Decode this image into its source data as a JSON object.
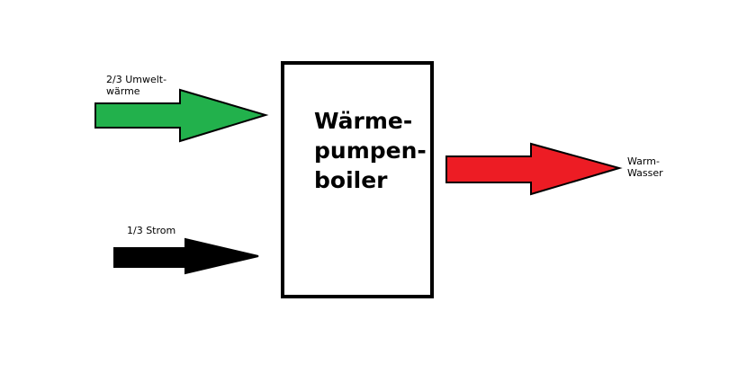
{
  "inputs": [
    {
      "label_line1": "2/3 Umwelt-",
      "label_line2": "wärme",
      "color": "#22b14c"
    },
    {
      "label": "1/3 Strom",
      "color": "#000000"
    }
  ],
  "box": {
    "line1": "Wärme-",
    "line2": "pumpen-",
    "line3": "boiler"
  },
  "output": {
    "label_line1": "Warm-",
    "label_line2": "Wasser",
    "color": "#ed1c24"
  }
}
